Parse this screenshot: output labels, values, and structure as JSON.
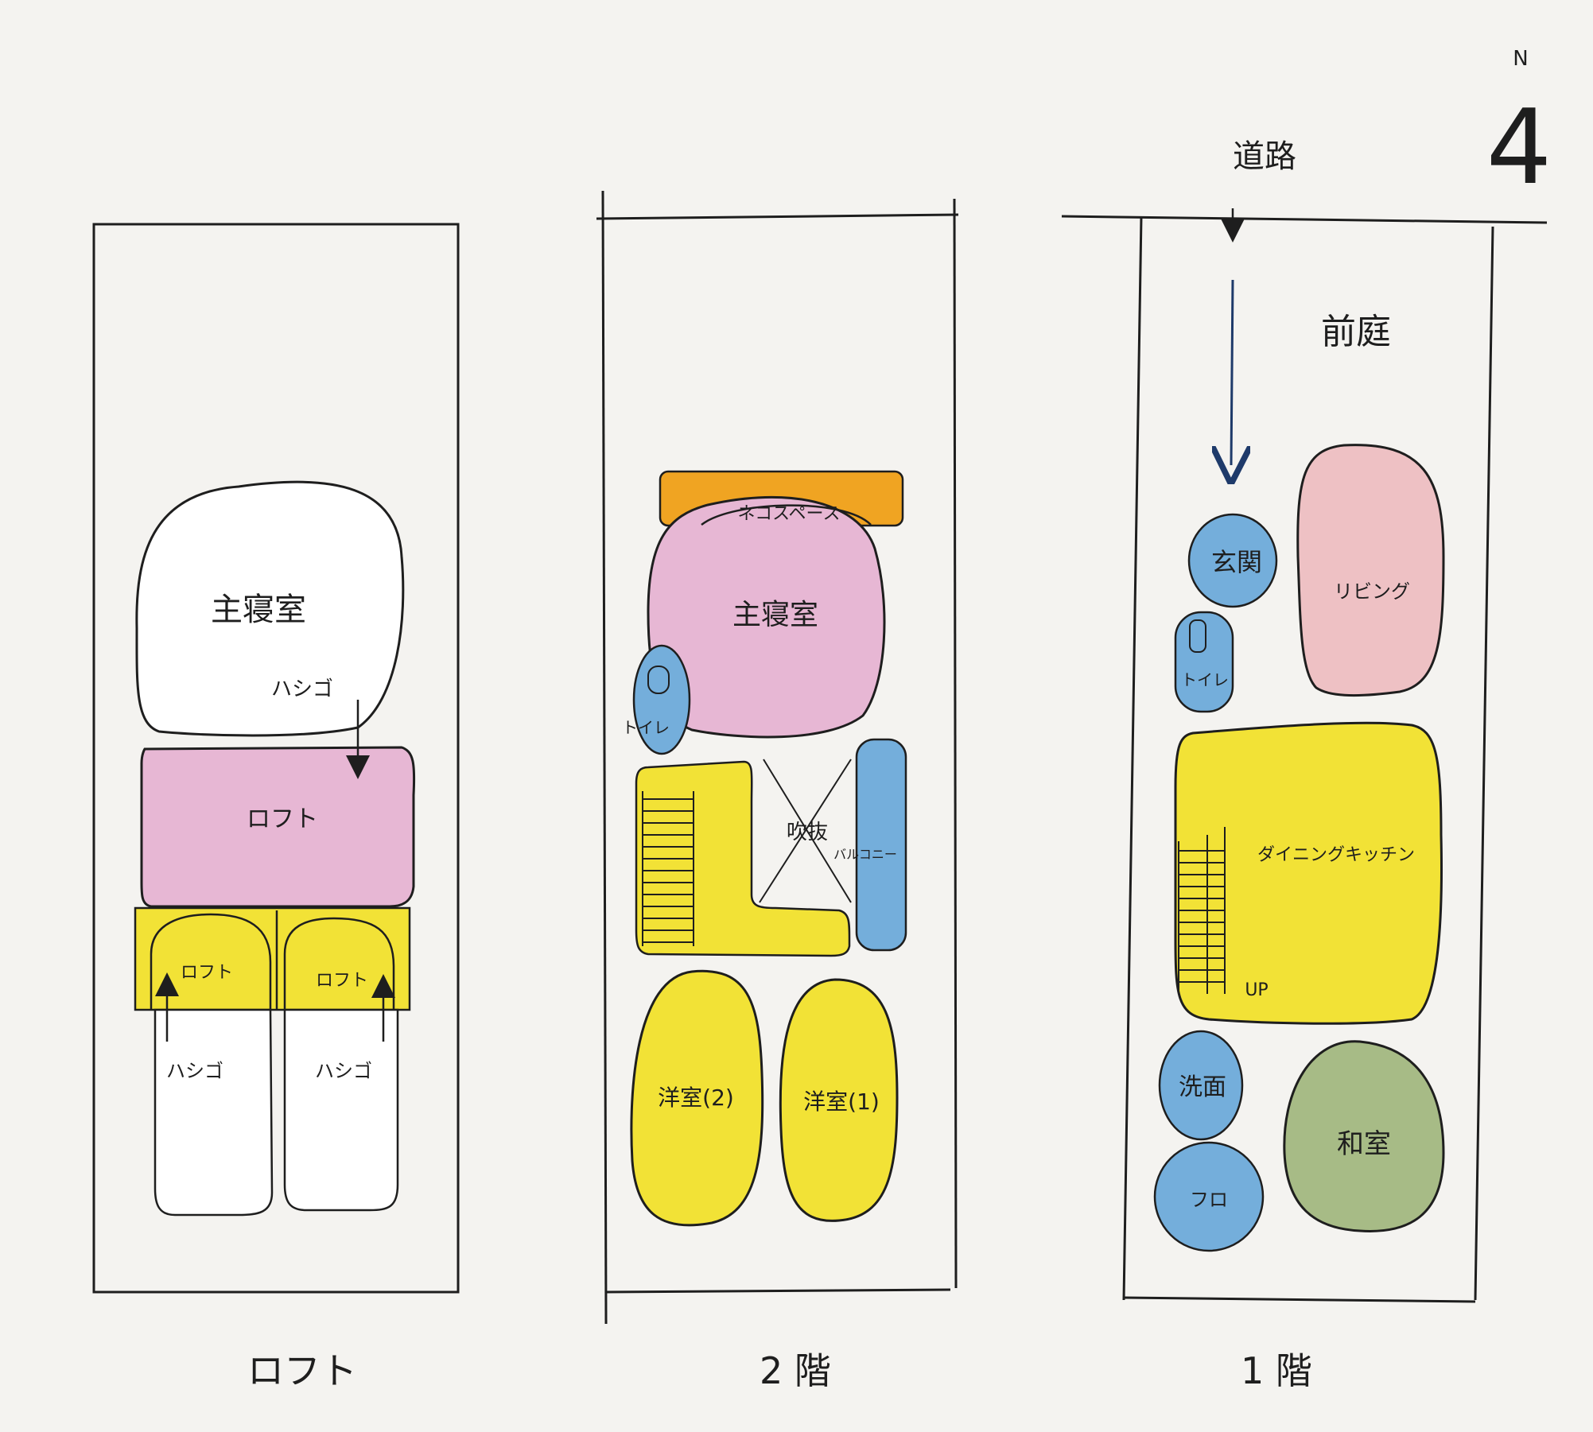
{
  "compass": {
    "label": "N",
    "number": "4"
  },
  "road_label": "道路",
  "colors": {
    "paper": "#f4f3f0",
    "ink": "#1e1e1e",
    "pink": "#e7b7d4",
    "yellow": "#f2e236",
    "orange": "#f0a422",
    "blue": "#74aedb",
    "green": "#a7bb86",
    "salmon": "#eec1c4"
  },
  "floors": [
    {
      "label": "ロフト",
      "rooms": {
        "master": "主寝室",
        "loft_main": "ロフト",
        "loft_left": "ロフト",
        "loft_right": "ロフト",
        "ladder_top": "ハシゴ",
        "ladder_left": "ハシゴ",
        "ladder_right": "ハシゴ"
      }
    },
    {
      "label": "2 階",
      "rooms": {
        "cat_space": "ネコスペース",
        "master": "主寝室",
        "toilet": "トイレ",
        "void": "吹抜",
        "balcony": "バルコニー",
        "western2": "洋室(2)",
        "western1": "洋室(1)"
      }
    },
    {
      "label": "1 階",
      "rooms": {
        "front_garden": "前庭",
        "entrance": "玄関",
        "toilet": "トイレ",
        "living": "リビング",
        "dining_kitchen": "ダイニングキッチン",
        "up": "UP",
        "washroom": "洗面",
        "bath": "フロ",
        "japanese_room": "和室"
      }
    }
  ]
}
